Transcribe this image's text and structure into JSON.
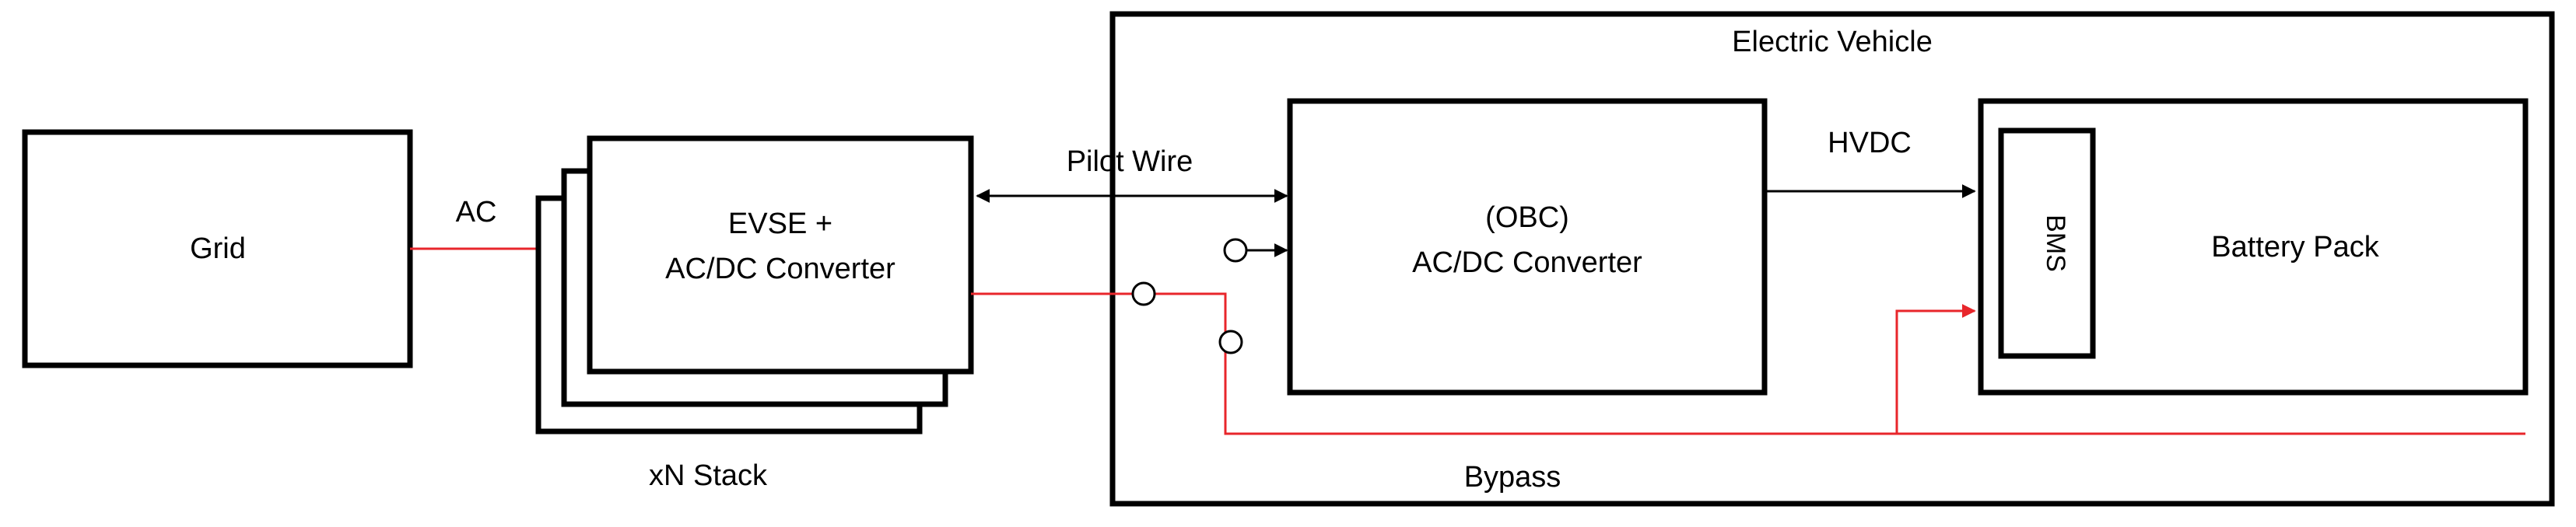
{
  "diagram": {
    "ev_container": {
      "label": "Electric Vehicle"
    },
    "grid": {
      "label": "Grid"
    },
    "evse": {
      "line1": "EVSE +",
      "line2": "AC/DC Converter"
    },
    "stack": {
      "label": "xN Stack"
    },
    "obc": {
      "line1": "(OBC)",
      "line2": "AC/DC Converter"
    },
    "battery": {
      "label": "Battery Pack"
    },
    "bms": {
      "label": "BMS"
    },
    "connections": {
      "ac": "AC",
      "pilot_wire": "Pilot Wire",
      "hvdc": "HVDC",
      "bypass": "Bypass"
    },
    "colors": {
      "line": "#000000",
      "power_red": "#e8262b",
      "background": "#ffffff"
    }
  }
}
